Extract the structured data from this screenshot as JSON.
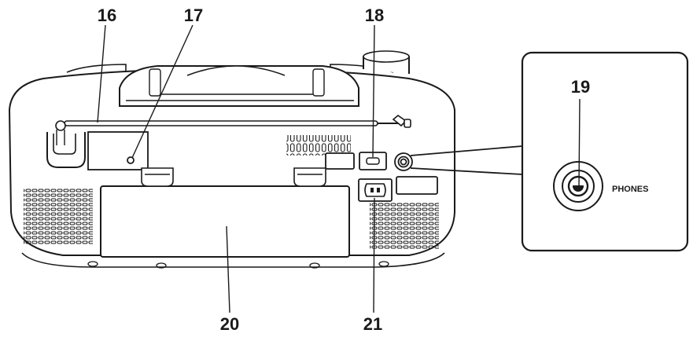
{
  "callouts": {
    "c16": "16",
    "c17": "17",
    "c18": "18",
    "c19": "19",
    "c20": "20",
    "c21": "21"
  },
  "inset": {
    "jack_label": "PHONES"
  },
  "colors": {
    "line": "#1a1a1a",
    "panel": "#ffffff",
    "shade": "#d9d9d9"
  }
}
